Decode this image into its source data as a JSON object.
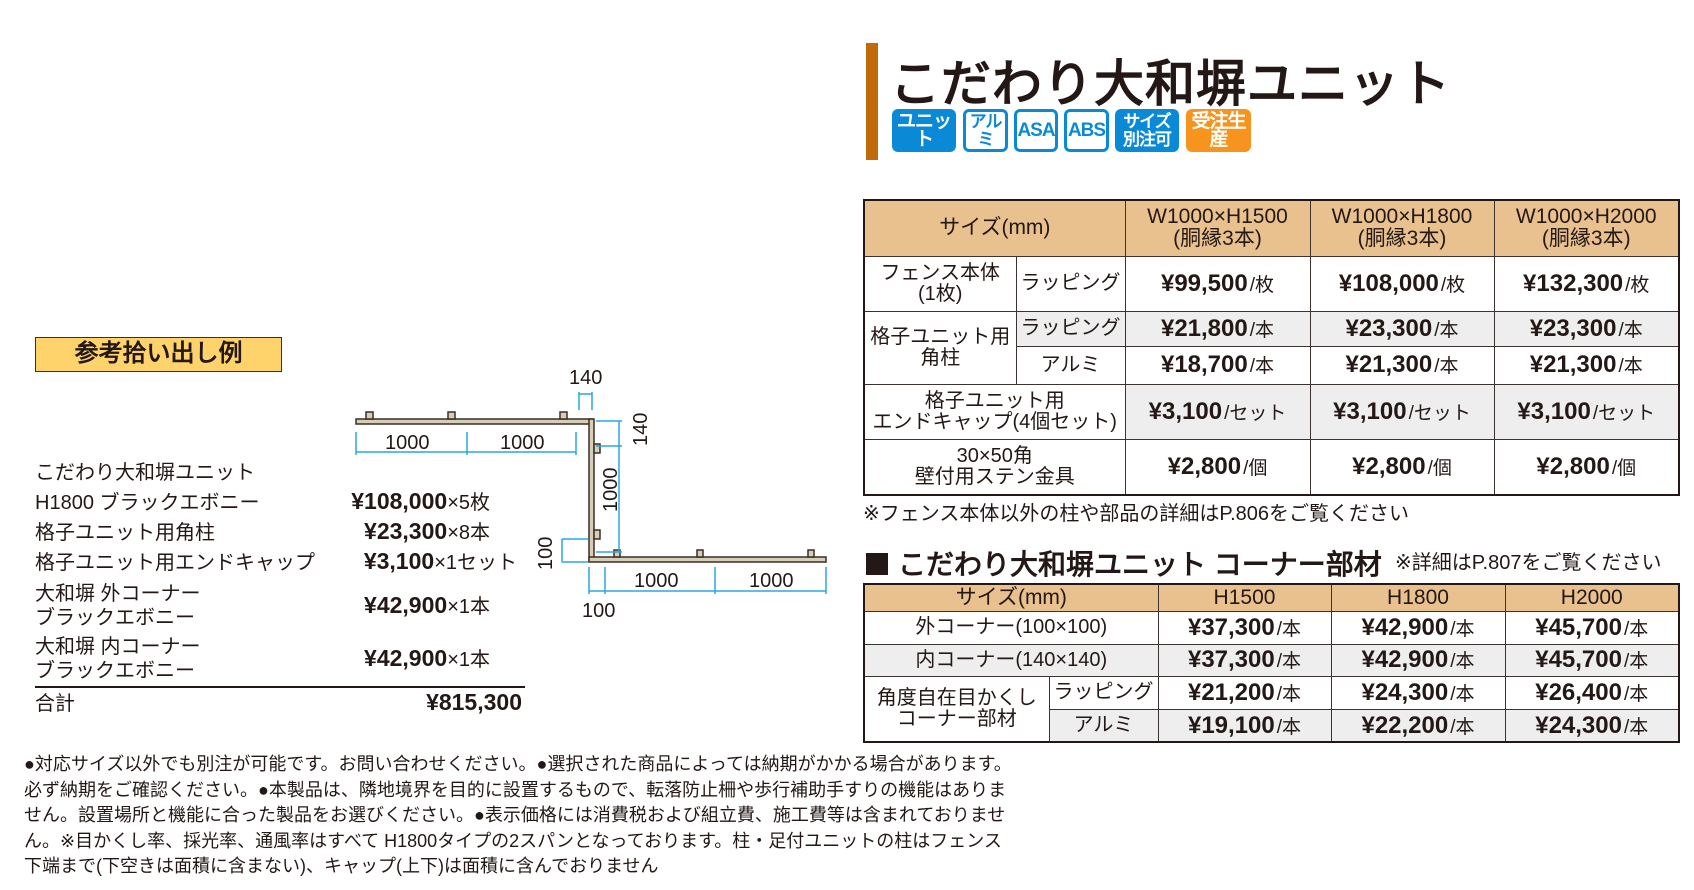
{
  "title": "こだわり大和塀ユニット",
  "badges": [
    "ユニット",
    "アルミ",
    "ASA",
    "ABS",
    "サイズ別注可",
    "受注生産"
  ],
  "colors": {
    "accent_bar": "#c06a0c",
    "header_bg": "#e8c18f",
    "badge_blue": "#0a8ad6",
    "badge_orange": "#f7941d",
    "dimension_line": "#29a8e0",
    "example_label_bg": "#ffd36b"
  },
  "price_table": {
    "size_label": "サイズ(mm)",
    "columns": [
      {
        "size": "W1000×H1500",
        "note": "(胴縁3本)"
      },
      {
        "size": "W1000×H1800",
        "note": "(胴縁3本)"
      },
      {
        "size": "W1000×H2000",
        "note": "(胴縁3本)"
      }
    ],
    "fence": {
      "label": "フェンス本体",
      "sub": "(1枚)",
      "type": "ラッピング",
      "prices": [
        {
          "amount": "¥99,500",
          "unit": "/枚"
        },
        {
          "amount": "¥108,000",
          "unit": "/枚"
        },
        {
          "amount": "¥132,300",
          "unit": "/枚"
        }
      ]
    },
    "post": {
      "label": "格子ユニット用",
      "sub": "角柱",
      "wrapping": {
        "type": "ラッピング",
        "prices": [
          {
            "amount": "¥21,800",
            "unit": "/本"
          },
          {
            "amount": "¥23,300",
            "unit": "/本"
          },
          {
            "amount": "¥23,300",
            "unit": "/本"
          }
        ]
      },
      "alumi": {
        "type": "アルミ",
        "prices": [
          {
            "amount": "¥18,700",
            "unit": "/本"
          },
          {
            "amount": "¥21,300",
            "unit": "/本"
          },
          {
            "amount": "¥21,300",
            "unit": "/本"
          }
        ]
      }
    },
    "endcap": {
      "label": "格子ユニット用",
      "sub": "エンドキャップ(4個セット)",
      "prices": [
        {
          "amount": "¥3,100",
          "unit": "/セット"
        },
        {
          "amount": "¥3,100",
          "unit": "/セット"
        },
        {
          "amount": "¥3,100",
          "unit": "/セット"
        }
      ]
    },
    "bracket": {
      "label": "30×50角",
      "sub": "壁付用ステン金具",
      "prices": [
        {
          "amount": "¥2,800",
          "unit": "/個"
        },
        {
          "amount": "¥2,800",
          "unit": "/個"
        },
        {
          "amount": "¥2,800",
          "unit": "/個"
        }
      ]
    },
    "note": "※フェンス本体以外の柱や部品の詳細はP.806をご覧ください"
  },
  "corner_section": {
    "heading": "こだわり大和塀ユニット コーナー部材",
    "note": "※詳細はP.807をご覧ください",
    "size_label": "サイズ(mm)",
    "columns": [
      "H1500",
      "H1800",
      "H2000"
    ],
    "outer": {
      "label": "外コーナー(100×100)",
      "prices": [
        {
          "amount": "¥37,300",
          "unit": "/本"
        },
        {
          "amount": "¥42,900",
          "unit": "/本"
        },
        {
          "amount": "¥45,700",
          "unit": "/本"
        }
      ]
    },
    "inner": {
      "label": "内コーナー(140×140)",
      "prices": [
        {
          "amount": "¥37,300",
          "unit": "/本"
        },
        {
          "amount": "¥42,900",
          "unit": "/本"
        },
        {
          "amount": "¥45,700",
          "unit": "/本"
        }
      ]
    },
    "angle": {
      "label": "角度自在目かくし",
      "sub": "コーナー部材",
      "wrapping": {
        "type": "ラッピング",
        "prices": [
          {
            "amount": "¥21,200",
            "unit": "/本"
          },
          {
            "amount": "¥24,300",
            "unit": "/本"
          },
          {
            "amount": "¥26,400",
            "unit": "/本"
          }
        ]
      },
      "alumi": {
        "type": "アルミ",
        "prices": [
          {
            "amount": "¥19,100",
            "unit": "/本"
          },
          {
            "amount": "¥22,200",
            "unit": "/本"
          },
          {
            "amount": "¥24,300",
            "unit": "/本"
          }
        ]
      }
    }
  },
  "example": {
    "label": "参考拾い出し例",
    "product": "こだわり大和塀ユニット",
    "items": [
      {
        "name": "H1800 ブラックエボニー",
        "price": "¥108,000",
        "qty": "×5枚"
      },
      {
        "name": "格子ユニット用角柱",
        "price": "¥23,300",
        "qty": "×8本"
      },
      {
        "name": "格子ユニット用エンドキャップ",
        "price": "¥3,100",
        "qty": "×1セット"
      },
      {
        "name": "大和塀 外コーナー",
        "name2": "ブラックエボニー",
        "price": "¥42,900",
        "qty": "×1本"
      },
      {
        "name": "大和塀 内コーナー",
        "name2": "ブラックエボニー",
        "price": "¥42,900",
        "qty": "×1本"
      }
    ],
    "total_label": "合計",
    "total": "¥815,300",
    "diagram": {
      "top_spans": [
        "1000",
        "1000"
      ],
      "bottom_spans": [
        "1000",
        "1000"
      ],
      "inner_corner": "140",
      "inner_corner_side": "140",
      "vertical_span": "1000",
      "outer_corner": "100",
      "outer_corner_side": "100"
    }
  },
  "footer": "●対応サイズ以外でも別注が可能です。お問い合わせください。●選択された商品によっては納期がかかる場合があります。必ず納期をご確認ください。●本製品は、隣地境界を目的に設置するもので、転落防止柵や歩行補助手すりの機能はありません。設置場所と機能に合った製品をお選びください。●表示価格には消費税および組立費、施工費等は含まれておりません。※目かくし率、採光率、通風率はすべて H1800タイプの2スパンとなっております。柱・足付ユニットの柱はフェンス下端まで(下空きは面積に含まない)、キャップ(上下)は面積に含んでおりません"
}
